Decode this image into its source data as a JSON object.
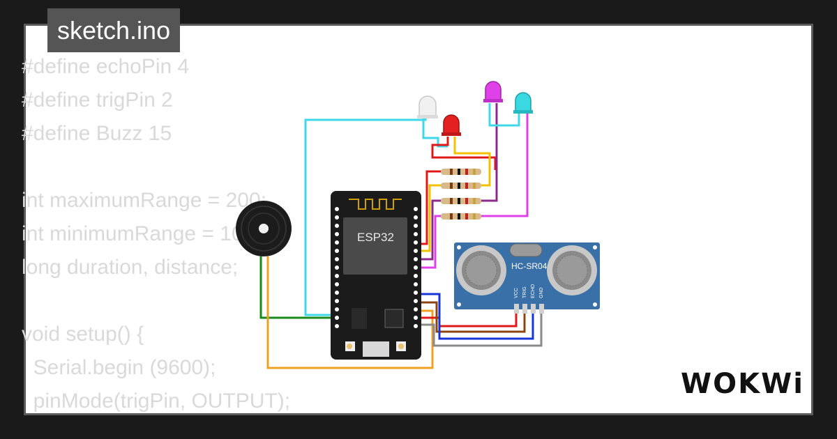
{
  "file": {
    "name": "sketch.ino"
  },
  "code_lines": [
    "#define echoPin 4",
    "#define trigPin 2",
    "#define Buzz 15",
    "",
    "int maximumRange = 200;",
    "int minimumRange = 100;",
    "long duration, distance;",
    "",
    "void setup() {",
    "  Serial.begin (9600);",
    "  pinMode(trigPin, OUTPUT);"
  ],
  "components": {
    "board_label": "ESP32",
    "sensor_label": "HC-SR04",
    "sensor_pins": [
      "VCC",
      "TRIG",
      "ECHO",
      "GND"
    ]
  },
  "colors": {
    "wire_cyan": "#3fd7ea",
    "wire_red": "#e01818",
    "wire_yellow": "#f2c200",
    "wire_purple": "#8b2a8b",
    "wire_magenta": "#e040e8",
    "wire_green": "#1a8a1a",
    "wire_orange": "#f0a020",
    "wire_blue": "#1533d6",
    "wire_brown": "#8b4513",
    "wire_gray": "#8a8a8a",
    "sensor_board": "#3a70a8",
    "esp_board": "#1b1b1b"
  },
  "brand": {
    "text": "WOKWi"
  }
}
